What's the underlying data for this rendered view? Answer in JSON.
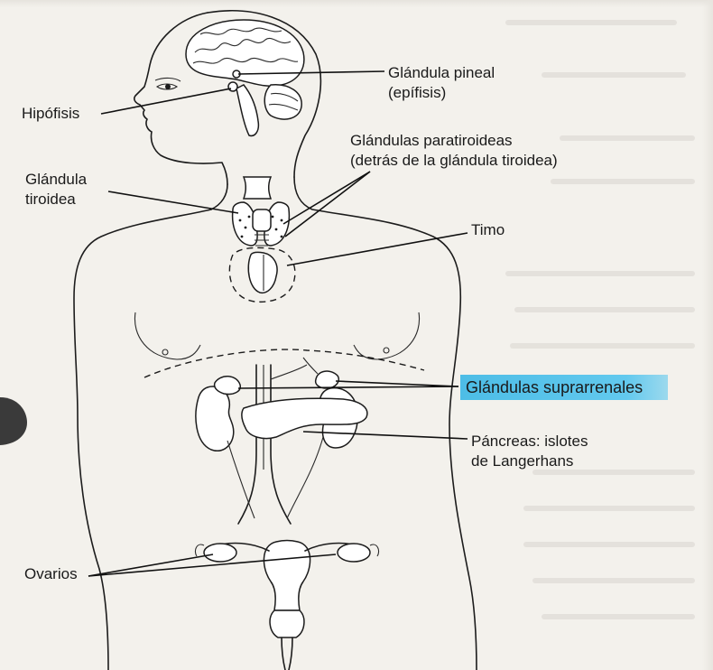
{
  "labels": {
    "pineal": "Glándula pineal",
    "pineal_sub": "(epífisis)",
    "hipofisis": "Hipófisis",
    "paratiroideas": "Glándulas paratiroideas",
    "paratiroideas_sub": "(detrás de la glándula tiroidea)",
    "tiroidea": "Glándula",
    "tiroidea_sub": "tiroidea",
    "timo": "Timo",
    "suprarrenales": "Glándulas suprarrenales",
    "pancreas": "Páncreas: islotes",
    "pancreas_sub": "de Langerhans",
    "ovarios": "Ovarios"
  },
  "colors": {
    "highlight": "#4dbde6",
    "ink": "#1c1c1c",
    "paper": "#f3f1ec"
  }
}
